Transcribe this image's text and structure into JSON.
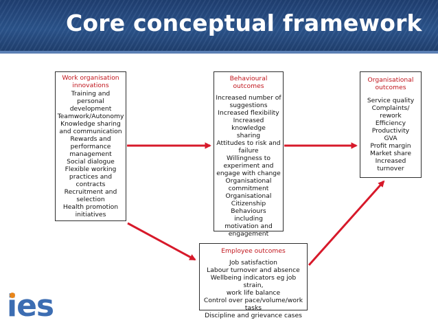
{
  "title": "Core conceptual framework",
  "logo_text": "ies",
  "colors": {
    "header_bg": "#2b548c",
    "heading_red": "#c0141b",
    "arrow_red": "#d7192a",
    "logo_blue": "#3c6db2",
    "logo_dot": "#e8861b"
  },
  "boxes": {
    "work": {
      "heading": [
        "Work organisation",
        "innovations"
      ],
      "items": [
        "Training and personal",
        "development",
        "Teamwork/Autonomy",
        "Knowledge sharing",
        "and communication",
        "Rewards and",
        "performance",
        "management",
        "Social dialogue",
        "Flexible working",
        "practices and",
        "contracts",
        "Recruitment and",
        "selection",
        "Health promotion",
        "initiatives"
      ]
    },
    "behavioural": {
      "heading": [
        "Behavioural",
        "outcomes"
      ],
      "items": [
        "Increased number of",
        "suggestions",
        "Increased flexibility",
        "Increased knowledge",
        "sharing",
        "Attitudes to risk and",
        "failure",
        "Willingness to",
        "experiment and",
        "engage with change",
        "Organisational",
        "commitment",
        "Organisational",
        "Citizenship",
        "Behaviours including",
        "motivation and",
        "engagement"
      ]
    },
    "organisational": {
      "heading": [
        "Organisational",
        "outcomes"
      ],
      "items": [
        "Service quality",
        "Complaints/",
        "rework",
        "Efficiency",
        "Productivity",
        "GVA",
        "Profit margin",
        "Market share",
        "Increased",
        "turnover"
      ]
    },
    "employee": {
      "heading": [
        "Employee outcomes"
      ],
      "items": [
        "Job satisfaction",
        "Labour turnover and absence",
        "Wellbeing indicators eg job strain,",
        "work life balance",
        "Control over pace/volume/work tasks",
        "Discipline and grievance cases"
      ]
    }
  }
}
